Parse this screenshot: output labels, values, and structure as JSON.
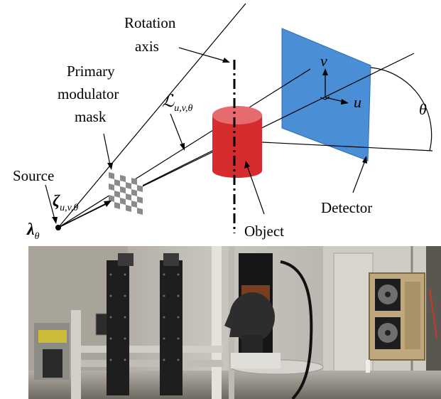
{
  "diagram": {
    "labels": {
      "rotation_axis_line1": "Rotation",
      "rotation_axis_line2": "axis",
      "mask_line1": "Primary",
      "mask_line2": "modulator",
      "mask_line3": "mask",
      "source": "Source",
      "object": "Object",
      "detector": "Detector"
    },
    "math": {
      "ray_symbol": "ℒ",
      "ray_subscript": "u,v,θ",
      "zeta_symbol": "ζ",
      "zeta_subscript": "u,v,θ",
      "lambda_symbol": "λ",
      "lambda_subscript": "θ",
      "axis_v": "v",
      "axis_u": "u",
      "angle": "θ"
    },
    "colors": {
      "detector_fill": "#4a8fd6",
      "object_fill": "#d62b2f",
      "object_top": "#e66b6e"
    }
  },
  "photo": {
    "description_icons": [
      "translation-stage-icon",
      "head-phantom-icon",
      "detector-panel-icon"
    ]
  }
}
